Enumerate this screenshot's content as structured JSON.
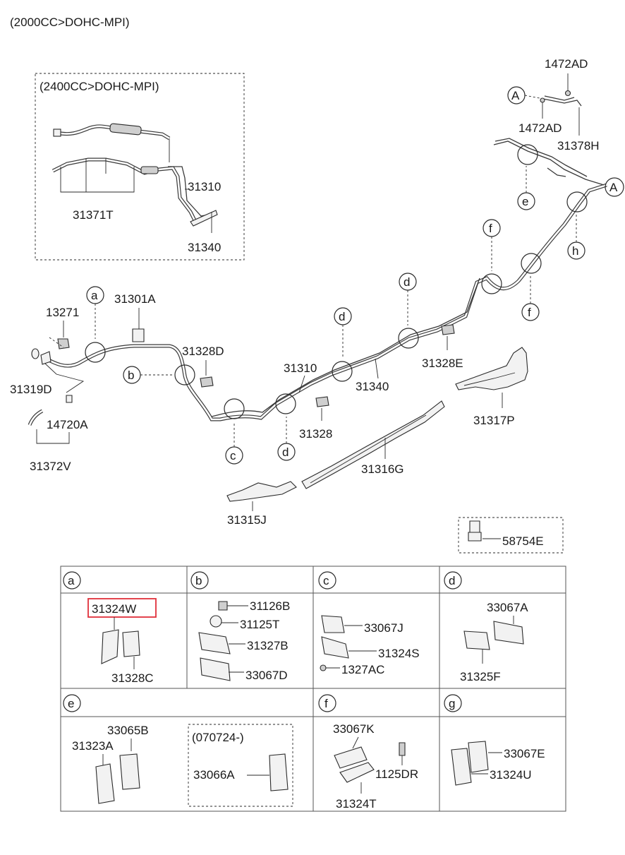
{
  "title": "(2000CC>DOHC-MPI)",
  "inset": {
    "title": "(2400CC>DOHC-MPI)",
    "labels": [
      "31371T",
      "31310",
      "31340"
    ]
  },
  "callouts": {
    "A": "A",
    "a": "a",
    "b": "b",
    "c": "c",
    "d": "d",
    "e": "e",
    "f": "f",
    "h": "h"
  },
  "main_labels": {
    "p1472AD_top": "1472AD",
    "p1472AD_mid": "1472AD",
    "p31378H": "31378H",
    "p13271": "13271",
    "p31301A": "31301A",
    "p31328D": "31328D",
    "p31319D": "31319D",
    "p14720A": "14720A",
    "p31372V": "31372V",
    "p31310": "31310",
    "p31340": "31340",
    "p31328E": "31328E",
    "p31328": "31328",
    "p31317P": "31317P",
    "p31316G": "31316G",
    "p31315J": "31315J",
    "p58754E": "58754E"
  },
  "table": {
    "headers": [
      "a",
      "b",
      "c",
      "d",
      "e",
      "f",
      "g"
    ],
    "cell_a": {
      "highlight": "31324W",
      "label": "31328C"
    },
    "cell_b": [
      "31126B",
      "31125T",
      "31327B",
      "33067D"
    ],
    "cell_c": [
      "33067J",
      "31324S",
      "1327AC"
    ],
    "cell_d": [
      "33067A",
      "31325F"
    ],
    "cell_e": {
      "left_top": "33065B",
      "left": "31323A",
      "box_title": "(070724-)",
      "box_label": "33066A"
    },
    "cell_f": [
      "33067K",
      "1125DR",
      "31324T"
    ],
    "cell_g": [
      "33067E",
      "31324U"
    ]
  }
}
